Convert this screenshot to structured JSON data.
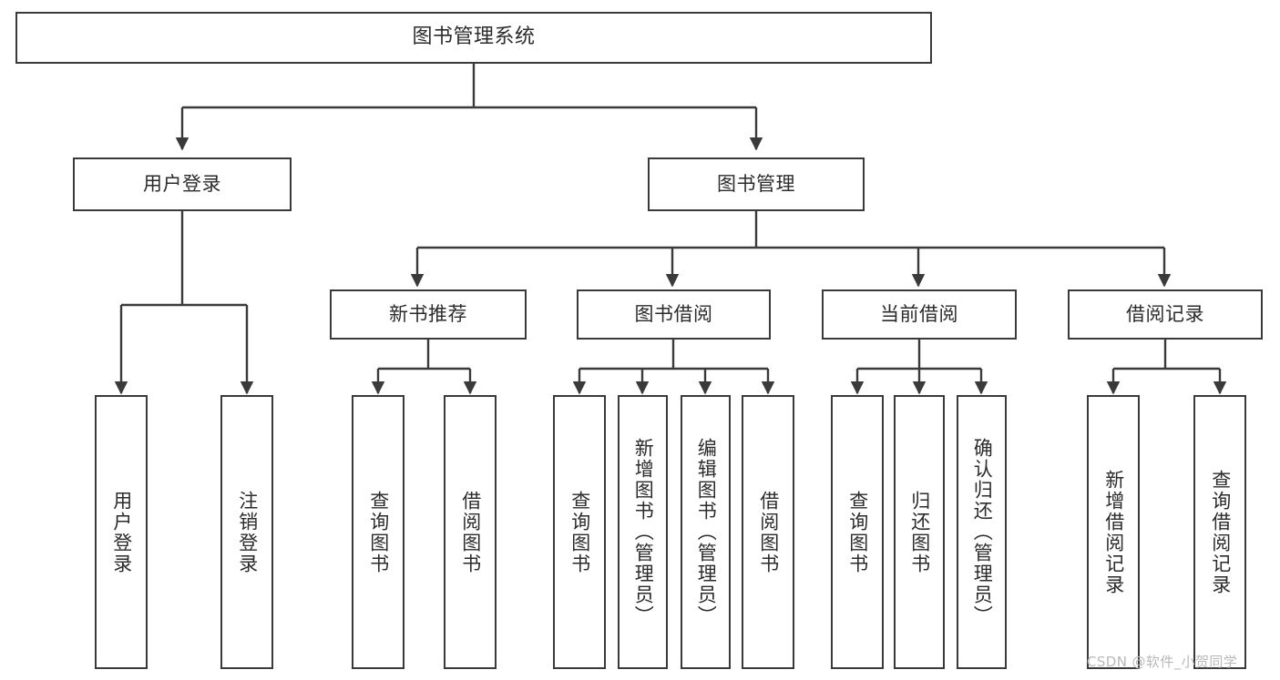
{
  "diagram": {
    "title": "图书管理系统",
    "type": "hierarchy-tree",
    "orientation": "top-down",
    "colors": {
      "stroke": "#3a3a3a",
      "fill": "#ffffff",
      "text": "#2b2b2b",
      "watermark": "#b9b9b9"
    },
    "watermark": "CSDN @软件_小贺同学",
    "nodes": {
      "root": {
        "label": "图书管理系统"
      },
      "level2": [
        {
          "id": "user-login",
          "label": "用户登录"
        },
        {
          "id": "book-management",
          "label": "图书管理"
        }
      ],
      "level3": [
        {
          "id": "new-book-recommend",
          "label": "新书推荐"
        },
        {
          "id": "book-borrow",
          "label": "图书借阅"
        },
        {
          "id": "current-borrow",
          "label": "当前借阅"
        },
        {
          "id": "borrow-record",
          "label": "借阅记录"
        }
      ],
      "leaves": {
        "user_login": [
          {
            "id": "leaf-user-login",
            "label": "用户登录"
          },
          {
            "id": "leaf-logout-login",
            "label": "注销登录"
          }
        ],
        "new_book_recommend": [
          {
            "id": "leaf-query-book-1",
            "label": "查询图书"
          },
          {
            "id": "leaf-borrow-book-1",
            "label": "借阅图书"
          }
        ],
        "book_borrow": [
          {
            "id": "leaf-query-book-2",
            "label": "查询图书"
          },
          {
            "id": "leaf-add-book",
            "label": "新增图书（管理员）"
          },
          {
            "id": "leaf-edit-book",
            "label": "编辑图书（管理员）"
          },
          {
            "id": "leaf-borrow-book-2",
            "label": "借阅图书"
          }
        ],
        "current_borrow": [
          {
            "id": "leaf-query-book-3",
            "label": "查询图书"
          },
          {
            "id": "leaf-return-book",
            "label": "归还图书"
          },
          {
            "id": "leaf-confirm-return",
            "label": "确认归还（管理员）"
          }
        ],
        "borrow_record": [
          {
            "id": "leaf-add-borrow-record",
            "label": "新增借阅记录"
          },
          {
            "id": "leaf-query-borrow-record",
            "label": "查询借阅记录"
          }
        ]
      }
    }
  }
}
